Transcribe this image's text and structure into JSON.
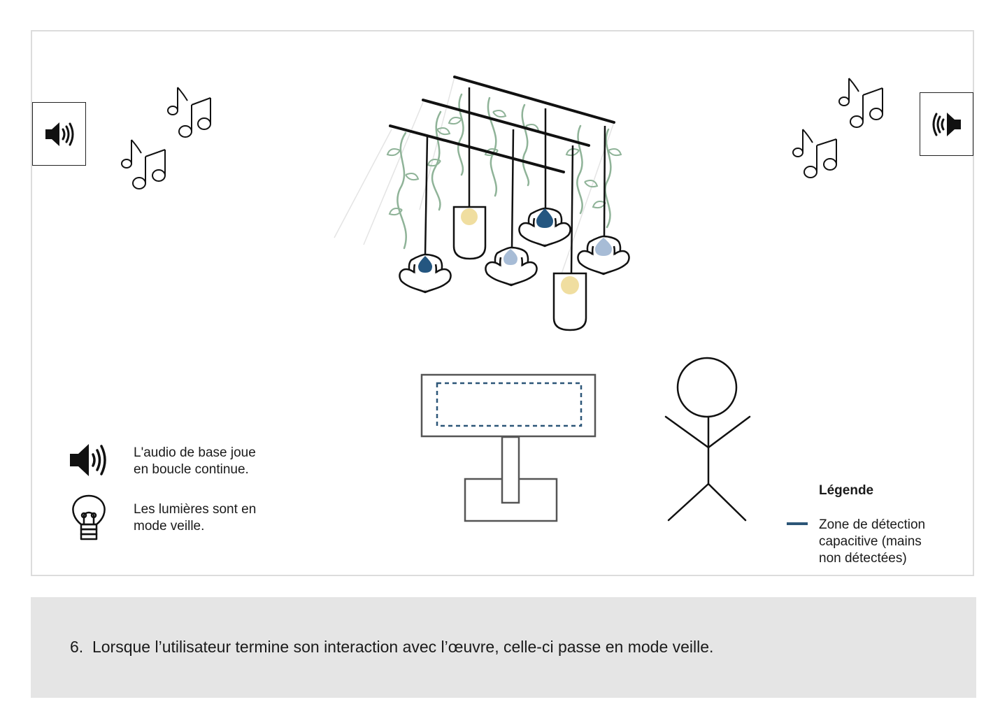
{
  "status": {
    "audio": "L'audio de base joue en boucle continue.",
    "audio_line1": "L'audio de base joue",
    "audio_line2": "en boucle continue.",
    "lights_line1": "Les lumières sont en",
    "lights_line2": "mode veille."
  },
  "legend": {
    "title": "Légende",
    "item_line1": "Zone de détection",
    "item_line2": "capacitive (mains",
    "item_line3": "non détectées)",
    "item_color": "#2c5678"
  },
  "caption": {
    "number": "6.",
    "text": "Lorsque l’utilisateur termine son interaction avec l’œuvre, celle-ci passe en mode veille."
  },
  "icons": [
    "speaker-icon",
    "music-notes-icon",
    "light-bulb-icon",
    "stick-figure-icon",
    "pedestal-icon",
    "hanging-lights-icon"
  ],
  "colors": {
    "dark_blue": "#245680",
    "light_blue": "#a7bcd6",
    "warm_yellow": "#f0dea0",
    "vine_green": "#8fb398",
    "caption_bg": "#e5e5e5"
  }
}
